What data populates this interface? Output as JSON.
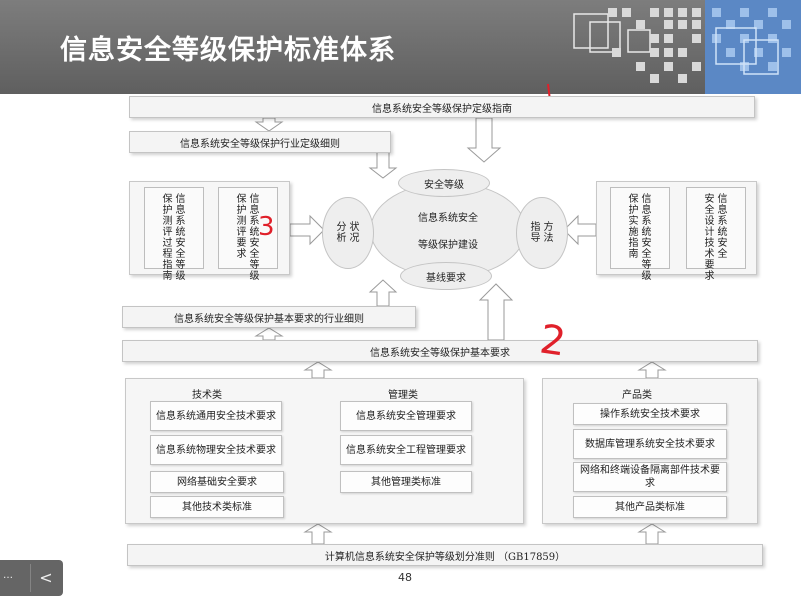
{
  "slide_title": "信息安全等级保护标准体系",
  "guide_bar": "信息系统安全等级保护定级指南",
  "industry_guide_bar": "信息系统安全等级保护行业定级细则",
  "left_group": {
    "items": [
      {
        "cols": [
          "信息系统安全等级",
          "保护测评过程指南"
        ]
      },
      {
        "cols": [
          "信息系统安全等级",
          "保护测评要求"
        ]
      }
    ]
  },
  "right_group": {
    "items": [
      {
        "cols": [
          "信息系统安全等级",
          "保护实施指南"
        ]
      },
      {
        "cols": [
          "信息系统安全",
          "安全设计技术要求"
        ]
      }
    ]
  },
  "center": {
    "top": "安全等级",
    "main_line1": "信息系统安全",
    "main_line2": "等级保护建设",
    "left": [
      "状况",
      "分析"
    ],
    "right": [
      "方法",
      "指导"
    ],
    "bottom": "基线要求"
  },
  "industry_basic_bar": "信息系统安全等级保护基本要求的行业细则",
  "basic_bar": "信息系统安全等级保护基本要求",
  "tech": {
    "title": "技术类",
    "items": [
      "信息系统通用安全技术要求",
      "信息系统物理安全技术要求",
      "网络基础安全要求",
      "其他技术类标准"
    ]
  },
  "mgmt": {
    "title": "管理类",
    "items": [
      "信息系统安全管理要求",
      "信息系统安全工程管理要求",
      "其他管理类标准"
    ]
  },
  "product": {
    "title": "产品类",
    "items": [
      "操作系统安全技术要求",
      "数据库管理系统安全技术要求",
      "网络和终端设备隔离部件技术要求",
      "其他产品类标准"
    ]
  },
  "foundation_bar": "计算机信息系统安全保护等级划分准则 （GB17859）",
  "annotations": [
    "3",
    "2"
  ],
  "page_number": "48",
  "nav": {
    "truncated": "…",
    "prev_icon": "<"
  },
  "colors": {
    "header": "#6a6a6a",
    "accent": "#5b88c5",
    "ink": "#e0202a"
  }
}
